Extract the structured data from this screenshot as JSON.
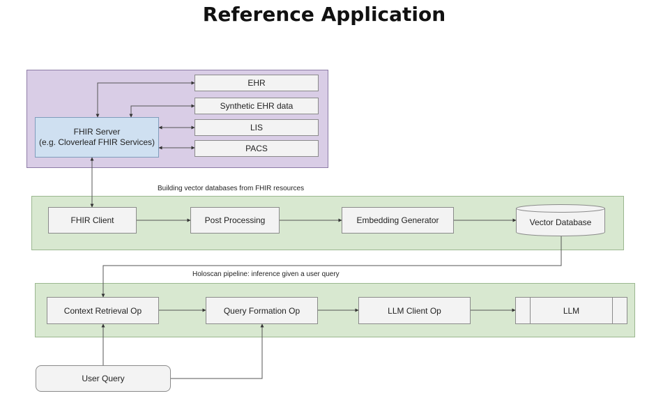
{
  "title": "Reference Application",
  "sources": {
    "fhir_server_line1": "FHIR Server",
    "fhir_server_line2": "(e.g. Cloverleaf FHIR Services)",
    "ehr": "EHR",
    "synthetic_ehr": "Synthetic EHR data",
    "lis": "LIS",
    "pacs": "PACS"
  },
  "vector_pipeline": {
    "caption": "Building vector databases from FHIR resources",
    "fhir_client": "FHIR Client",
    "post_processing": "Post Processing",
    "embedding_generator": "Embedding Generator",
    "vector_database": "Vector Database"
  },
  "holoscan_pipeline": {
    "caption": "Holoscan pipeline: inference given a user query",
    "context_retrieval": "Context Retrieval Op",
    "query_formation": "Query Formation Op",
    "llm_client": "LLM Client Op",
    "llm": "LLM"
  },
  "user_query": "User Query",
  "colors": {
    "sources_panel": "#d9cde6",
    "pipeline_panel": "#d8e8d0",
    "fhir_server": "#cfe0f1",
    "node": "#f3f3f3"
  }
}
